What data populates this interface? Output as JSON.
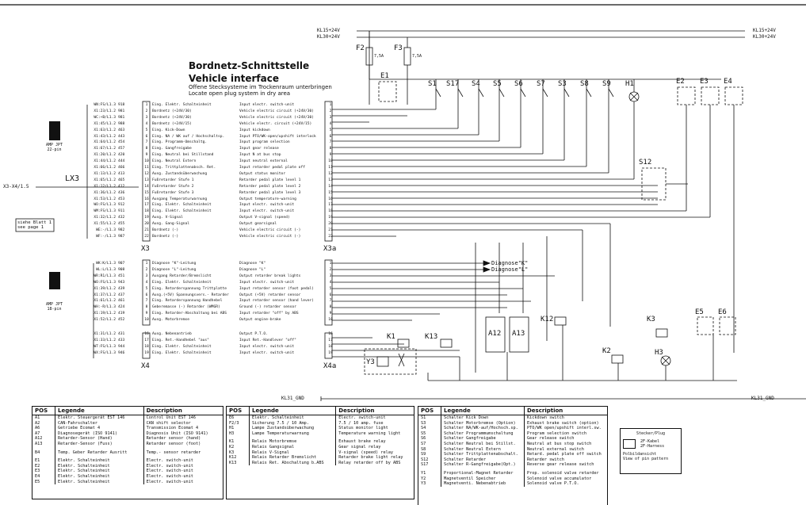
{
  "title": {
    "line1": "Bordnetz-Schnittstelle",
    "line2": "Vehicle interface",
    "line3": "Offene Stecksysteme im Trockenraum unterbringen",
    "line4": "Locate open plug system in dry area"
  },
  "supply": {
    "kl15_left": "KL15+24V",
    "kl30_left": "KL30+24V",
    "kl15_right": "KL15+24V",
    "kl30_right": "KL30+24V",
    "gnd_left": "KL31_GND",
    "gnd_right": "KL31_GND"
  },
  "fuses": [
    {
      "name": "F2",
      "rating": "7,5A"
    },
    {
      "name": "F3",
      "rating": "7,5A"
    }
  ],
  "switch_labels": [
    "E1",
    "S1",
    "S17",
    "S4",
    "S5",
    "S6",
    "S7",
    "S3",
    "S8",
    "S9",
    "H1",
    "E2",
    "E3",
    "E4",
    "S12",
    "E5",
    "E6"
  ],
  "relay_labels": [
    "K1",
    "K13",
    "A12",
    "A13",
    "K12",
    "K2",
    "K3",
    "H3",
    "Y3"
  ],
  "connectors": {
    "x3_label": "X3",
    "x3a_label": "X3a",
    "x4_label": "X4",
    "x4a_label": "X4a",
    "lx3_label": "LX3",
    "lx3_ref": "X3-X4/1.5",
    "see_page": [
      "siehe Blatt 1",
      "see page 1"
    ],
    "amp22": [
      "AMP JPT",
      "22-pin"
    ],
    "amp18": [
      "AMP JPT",
      "18-pin"
    ],
    "diag_k": "Diagnose\"K\"",
    "diag_l": "Diagnose\"L\""
  },
  "x3_rows": [
    {
      "wire": "WN:FS/L1.3",
      "code": "918",
      "pin": "1",
      "de": "Eing. Elektr. Schalteinheit",
      "en": "Input electr. switch-unit"
    },
    {
      "wire": "X1:23/L1.2",
      "code": "981",
      "pin": "2",
      "de": "Bordnetz (+24V/30)",
      "en": "Vehicle electric circuit (+24V/30)"
    },
    {
      "wire": "WC:+B/L1.3",
      "code": "981",
      "pin": "3",
      "de": "Bordnetz (+24V/30)",
      "en": "Vehicle electric circuit (+24V/30)"
    },
    {
      "wire": "X1:45/L1.2",
      "code": "988",
      "pin": "4",
      "de": "Bordnetz (+24V/15)",
      "en": "Vehicle electr. circuit (+24V/15)"
    },
    {
      "wire": "X1:63/L1.2",
      "code": "463",
      "pin": "5",
      "de": "Eing. Kick-Down",
      "en": "Input kickdown"
    },
    {
      "wire": "X1:43/L1.2",
      "code": "443",
      "pin": "6",
      "de": "Eing. NA / WK auf / Hochschaltsp.",
      "en": "Input PTO/WK-open/upshift interlock"
    },
    {
      "wire": "X1:64/L1.2",
      "code": "454",
      "pin": "7",
      "de": "Eing. Programm-Umschaltg.",
      "en": "Input program selection"
    },
    {
      "wire": "X1:67/L1.2",
      "code": "457",
      "pin": "8",
      "de": "Eing. Gangfreigabe",
      "en": "Input gear release"
    },
    {
      "wire": "X1:20/L1.2",
      "code": "420",
      "pin": "9",
      "de": "Eing. Neutral bei Stillstand",
      "en": "Input N at bus stop"
    },
    {
      "wire": "X1:44/L1.2",
      "code": "444",
      "pin": "10",
      "de": "Eing. Neutral Extern",
      "en": "Input neutral external"
    },
    {
      "wire": "X1:66/L1.2",
      "code": "466",
      "pin": "11",
      "de": "Eing. Trittplattenabsch. Ret.",
      "en": "Input retarder pedal plate off"
    },
    {
      "wire": "X1:13/L1.2",
      "code": "413",
      "pin": "12",
      "de": "Ausg. Zustandsüberwachung",
      "en": "Output status monitor"
    },
    {
      "wire": "X1:65/L1.2",
      "code": "465",
      "pin": "13",
      "de": "Fußretarder Stufe 1",
      "en": "Retarder pedal plate level 1"
    },
    {
      "wire": "X1:12/L1.2",
      "code": "412",
      "pin": "14",
      "de": "Fußretarder Stufe 2",
      "en": "Retarder pedal plate level 2"
    },
    {
      "wire": "X1:36/L1.2",
      "code": "436",
      "pin": "15",
      "de": "Fußretarder Stufe 3",
      "en": "Retarder pedal plate level 3"
    },
    {
      "wire": "X1:53/L1.2",
      "code": "453",
      "pin": "16",
      "de": "Ausgang Temperaturwarnung",
      "en": "Output temperature-warning"
    },
    {
      "wire": "WO:FS/L1.3",
      "code": "912",
      "pin": "17",
      "de": "Eing. Elektr. Schalteinheit",
      "en": "Input electr. switch-unit"
    },
    {
      "wire": "WM:FS/L1.3",
      "code": "911",
      "pin": "18",
      "de": "Eing. Elektr. Schalteinheit",
      "en": "Input electr. switch-unit"
    },
    {
      "wire": "X1:32/L1.2",
      "code": "432",
      "pin": "19",
      "de": "Ausg. V-Signal",
      "en": "Output V-signal (speed)"
    },
    {
      "wire": "X1:55/L1.2",
      "code": "455",
      "pin": "20",
      "de": "Ausg. Gang-Signal",
      "en": "Output gearsignal"
    },
    {
      "wire": "WE:-/L1.3",
      "code": "982",
      "pin": "21",
      "de": "Bordnetz (-)",
      "en": "Vehicle electric circuit (-)"
    },
    {
      "wire": "WF:-/L1.3",
      "code": "987",
      "pin": "22",
      "de": "Bordnetz (-)",
      "en": "Vehicle electric circuit (-)"
    }
  ],
  "x4_rows": [
    {
      "wire": "WK:K/L1.3",
      "code": "907",
      "pin": "1",
      "de": "Diagnose \"K\"-Leitung",
      "en": "Diagnose \"K\""
    },
    {
      "wire": "WL:L/L1.3",
      "code": "908",
      "pin": "2",
      "de": "Diagnose \"L\"-Leitung",
      "en": "Diagnose \"L\""
    },
    {
      "wire": "WR:R1/L1.3",
      "code": "451",
      "pin": "3",
      "de": "Ausgang Retarder/Bremslicht",
      "en": "Output retarder break lights"
    },
    {
      "wire": "WO:FS/L1.3",
      "code": "943",
      "pin": "4",
      "de": "Eing. Elektr. Schalteinheit",
      "en": "Input electr. switch-unit"
    },
    {
      "wire": "X1:39/L1.2",
      "code": "439",
      "pin": "5",
      "de": "Eing. Retarderspannung Trittplatte",
      "en": "Input retarder sensor (foot pedal)"
    },
    {
      "wire": "X1:37/L1.2",
      "code": "437",
      "pin": "6",
      "de": "Ausg.(+5V) Spannungsvers.- Retarder",
      "en": "Output (+5V) retarder sensor"
    },
    {
      "wire": "X1:61/L1.2",
      "code": "461",
      "pin": "7",
      "de": "Eing. Retarderspannung Handhebel",
      "en": "Input retarder sensor (hand lever)"
    },
    {
      "wire": "WH:-R/L1.3",
      "code": "424",
      "pin": "8",
      "de": "Geberemasse (-) Retarder (WMGR)",
      "en": "Ground (-) retarder sensor"
    },
    {
      "wire": "X1:19/L1.2",
      "code": "419",
      "pin": "9",
      "de": "Eing. Retarder-Abschaltung bei ABS",
      "en": "Input retarder \"off\" by ABS"
    },
    {
      "wire": "X1:52/L1.2",
      "code": "452",
      "pin": "10",
      "de": "Ausg. Motorbremse",
      "en": "Output engine-brake"
    },
    {
      "wire": "X1:31/L1.2",
      "code": "431",
      "pin": "16",
      "de": "Ausg. Nebenantrieb",
      "en": "Output P.T.O."
    },
    {
      "wire": "X1:33/L1.2",
      "code": "433",
      "pin": "17",
      "de": "Eing. Ret.-Handhebel \"aus\"",
      "en": "Input Ret.-Handlever \"off\""
    },
    {
      "wire": "WT:FS/L1.3",
      "code": "944",
      "pin": "18",
      "de": "Eing. Elektr. Schalteinheit",
      "en": "Input electr. switch-unit"
    },
    {
      "wire": "WX:FS/L1.3",
      "code": "946",
      "pin": "19",
      "de": "Eing. Elektr. Schalteinheit",
      "en": "Input electr. switch-unit"
    }
  ],
  "legend": {
    "headers": {
      "pos": "POS",
      "legende": "Legende",
      "desc": "Description"
    },
    "table1": [
      [
        "A1",
        "Elektr. Steuergerät EST 146",
        "Control Unit EST 146"
      ],
      [
        "A2",
        "CAN-Fahrschalter",
        "CAN shift selector"
      ],
      [
        "A6",
        "Getriebe Ecomat 4",
        "Transmission Ecomat 4"
      ],
      [
        "A7",
        "Diagnosegerät (ISO 9141)",
        "Diagnosis Unit (ISO 9141)"
      ],
      [
        "A12",
        "Retarder-Sensor (Hand)",
        "Retarder sensor (hand)"
      ],
      [
        "A13",
        "Retarder-Sensor (Fuss)",
        "Retarder sensor (foot)"
      ],
      [
        "B4",
        "Temp. Geber Retarder Ausritt",
        "Temp.- sensor retarder"
      ],
      [
        "E1",
        "Elektr. Schalteinheit",
        "Electr. switch-unit"
      ],
      [
        "E2",
        "Elektr. Schalteinheit",
        "Electr. switch-unit"
      ],
      [
        "E3",
        "Elektr. Schalteinheit",
        "Electr. switch-unit"
      ],
      [
        "E4",
        "Elektr. Schalteinheit",
        "Electr. switch-unit"
      ],
      [
        "E5",
        "Elektr. Schalteinheit",
        "Electr. switch-unit"
      ]
    ],
    "table2": [
      [
        "E6",
        "Elektr. Schalteinheit",
        "Electr. switch-unit"
      ],
      [
        "F2/3",
        "Sicherung 7.5 / 10 Amp.",
        "7.5 / 10 amp. fuse"
      ],
      [
        "H1",
        "Lampe Zustandsüberwachung",
        "Status monitor light"
      ],
      [
        "H3",
        "Lampe Temperaturwarnung",
        "Temperature warning light"
      ],
      [
        "K1",
        "Relais Motorbremse",
        "Exhaust brake relay"
      ],
      [
        "K2",
        "Relais Gangsignal",
        "Gear signal relay"
      ],
      [
        "K3",
        "Relais V-Signal",
        "V-signal (speed) relay"
      ],
      [
        "K12",
        "Relais Retarder Bremslicht",
        "Retarder brake light relay"
      ],
      [
        "K13",
        "Relais Ret. Abschaltung b.ABS",
        "Relay retarder off by ABS"
      ]
    ],
    "table3": [
      [
        "S1",
        "Schalter Kick Down",
        "Kickdown switch"
      ],
      [
        "S3",
        "Schalter Motorbremse (Option)",
        "Exhaust brake switch (option)"
      ],
      [
        "S4",
        "Schalter NA/WK-auf/Hochsch.sp.",
        "PTO/WK open/upshift interl.sw."
      ],
      [
        "S5",
        "Schalter Programmumschaltung",
        "Program selection switch"
      ],
      [
        "S6",
        "Schalter Gangfreigabe",
        "Gear release switch"
      ],
      [
        "S7",
        "Schalter Neutral bei Stillst.",
        "Neutral at bus stop switch"
      ],
      [
        "S8",
        "Schalter Neutral Extern",
        "Neutral external switch"
      ],
      [
        "S9",
        "Schalter Trittplattenabschalt.",
        "Retard. pedal plate off switch"
      ],
      [
        "S12",
        "Schalter Retarder",
        "Retarder switch"
      ],
      [
        "S17",
        "Schalter R-Gangfreigabe(Opt.)",
        "Reverse gear release switch"
      ],
      [
        "Y1",
        "Proportional-Magnet Retarder",
        "Prop. solenoid valve retarder"
      ],
      [
        "Y2",
        "Magnetventil Speicher",
        "Solenoid valve accumulator"
      ],
      [
        "Y3",
        "Magnetventi. Nebenabtrieb",
        "Solenoid valve P.T.O."
      ]
    ],
    "plug_box": {
      "title": "Stecker/Plug",
      "key1": "2F-Kabel",
      "key2": "2F-Harness",
      "note1": "Polbildansicht",
      "note2": "View of pin pattern"
    }
  }
}
